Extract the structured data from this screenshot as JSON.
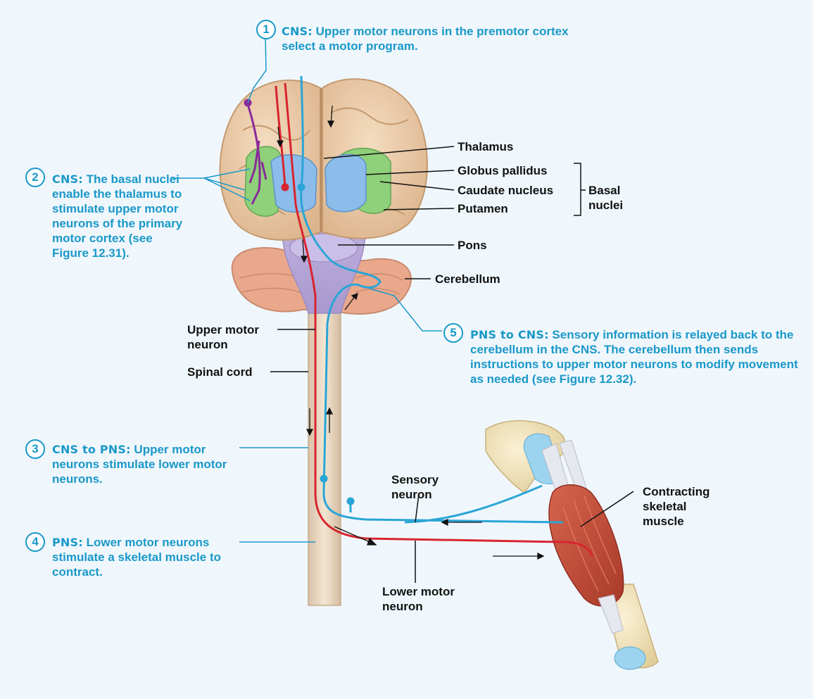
{
  "steps": [
    {
      "number": "1",
      "heading": "CNS:",
      "text": "Upper motor neurons in the premotor cortex select a motor program."
    },
    {
      "number": "2",
      "heading": "CNS:",
      "text": "The basal nuclei enable the thalamus to stimulate upper motor neurons of the primary motor cortex (see Figure 12.31)."
    },
    {
      "number": "3",
      "heading": "CNS to PNS:",
      "text": "Upper motor neurons stimulate lower motor neurons."
    },
    {
      "number": "4",
      "heading": "PNS:",
      "text": "Lower motor neurons stimulate a skeletal muscle to contract."
    },
    {
      "number": "5",
      "heading": "PNS to CNS:",
      "text": "Sensory information is relayed back to the cerebellum in the CNS. The cerebellum then sends instructions to upper motor neurons to modify movement as needed (see Figure 12.32)."
    }
  ],
  "labels": {
    "thalamus": "Thalamus",
    "globus_pallidus": "Globus pallidus",
    "caudate_nucleus": "Caudate nucleus",
    "putamen": "Putamen",
    "basal_nuclei": "Basal nuclei",
    "pons": "Pons",
    "cerebellum": "Cerebellum",
    "upper_motor_neuron": "Upper motor neuron",
    "spinal_cord": "Spinal cord",
    "sensory_neuron": "Sensory neuron",
    "contracting_muscle": "Contracting skeletal muscle",
    "lower_motor_neuron": "Lower motor neuron"
  },
  "colors": {
    "step_text": "#1a98c9",
    "upper_motor_neuron": "#d8252e",
    "sensory_neuron": "#2aa5d6",
    "basal_nuclei_neuron": "#8a2a9a",
    "basal_nuclei_tissue": "#8fd07a",
    "thalamus": "#7db3e8",
    "muscle": "#c8503a"
  }
}
